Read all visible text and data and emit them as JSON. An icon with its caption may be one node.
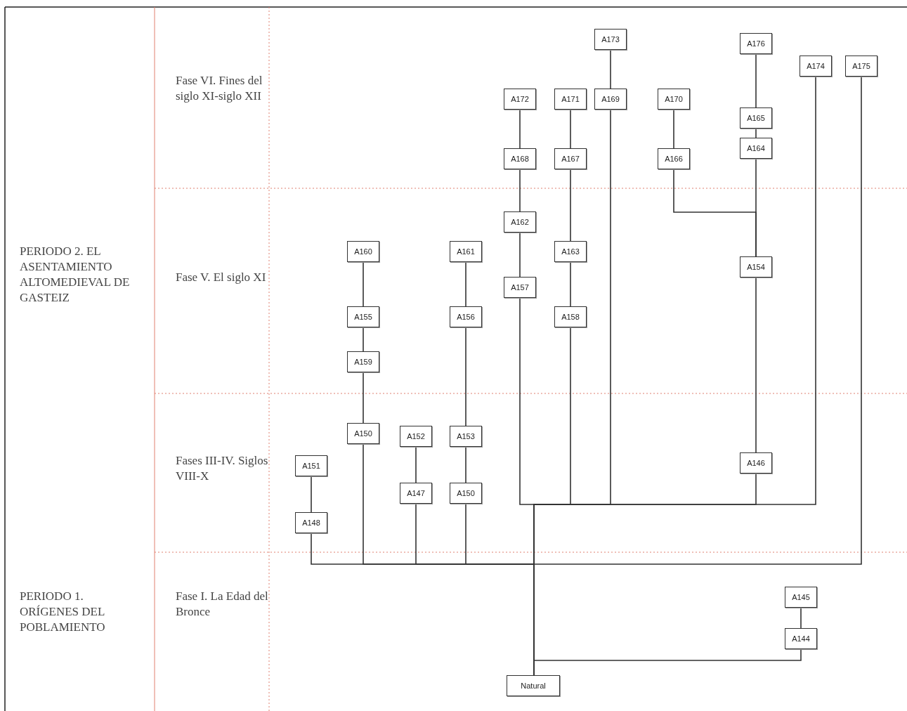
{
  "diagram": {
    "nodes": [
      {
        "text": [
          "A173"
        ]
      },
      {
        "text": [
          "A176"
        ]
      },
      {
        "text": [
          "A174"
        ]
      },
      {
        "text": [
          "A175"
        ]
      },
      {
        "text": [
          "A172"
        ]
      },
      {
        "text": [
          "A171"
        ]
      },
      {
        "text": [
          "A169"
        ]
      },
      {
        "text": [
          "A170"
        ]
      },
      {
        "text": [
          "A165"
        ]
      },
      {
        "text": [
          "A164"
        ]
      },
      {
        "text": [
          "A168"
        ]
      },
      {
        "text": [
          "A167"
        ]
      },
      {
        "text": [
          "A166"
        ]
      },
      {
        "text": [
          "A162"
        ]
      },
      {
        "text": [
          "A160"
        ]
      },
      {
        "text": [
          "A161"
        ]
      },
      {
        "text": [
          "A163"
        ]
      },
      {
        "text": [
          "A154"
        ]
      },
      {
        "text": [
          "A157"
        ]
      },
      {
        "text": [
          "A155"
        ]
      },
      {
        "text": [
          "A156"
        ]
      },
      {
        "text": [
          "A158"
        ]
      },
      {
        "text": [
          "A159"
        ]
      },
      {
        "text": [
          "A150"
        ]
      },
      {
        "text": [
          "A152"
        ]
      },
      {
        "text": [
          "A153"
        ]
      },
      {
        "text": [
          "A151"
        ]
      },
      {
        "text": [
          "A146"
        ]
      },
      {
        "text": [
          "A147"
        ]
      },
      {
        "text": [
          "A150"
        ]
      },
      {
        "text": [
          "A148"
        ]
      },
      {
        "text": [
          "A145"
        ]
      },
      {
        "text": [
          "A144"
        ]
      },
      {
        "text": [
          "Natural"
        ]
      }
    ],
    "edges": [
      {
        "from": 0,
        "to": 6,
        "arrow": "none"
      },
      {
        "from": 1,
        "to": 8,
        "arrow": "none"
      },
      {
        "from": 8,
        "to": 9,
        "arrow": "none"
      },
      {
        "from": 4,
        "to": 10,
        "arrow": "none"
      },
      {
        "from": 5,
        "to": 11,
        "arrow": "none"
      },
      {
        "from": 7,
        "to": 12,
        "arrow": "none"
      },
      {
        "from": 10,
        "to": 13,
        "arrow": "none"
      },
      {
        "from": 11,
        "to": 16,
        "arrow": "none"
      },
      {
        "from": 12,
        "to": 17,
        "arrow": "none"
      },
      {
        "from": 9,
        "to": 17,
        "arrow": "none"
      },
      {
        "from": 13,
        "to": 18,
        "arrow": "none"
      },
      {
        "from": 14,
        "to": 19,
        "arrow": "none"
      },
      {
        "from": 15,
        "to": 20,
        "arrow": "none"
      },
      {
        "from": 16,
        "to": 21,
        "arrow": "none"
      },
      {
        "from": 19,
        "to": 22,
        "arrow": "none"
      },
      {
        "from": 22,
        "to": 23,
        "arrow": "none"
      },
      {
        "from": 20,
        "to": 25,
        "arrow": "none"
      },
      {
        "from": 17,
        "to": 27,
        "arrow": "none"
      },
      {
        "from": 26,
        "to": 30,
        "arrow": "none"
      },
      {
        "from": 24,
        "to": 28,
        "arrow": "none"
      },
      {
        "from": 25,
        "to": 29,
        "arrow": "none"
      },
      {
        "from": 18,
        "to": 33,
        "arrow": "none"
      },
      {
        "from": 21,
        "to": 33,
        "arrow": "none"
      },
      {
        "from": 6,
        "to": 33,
        "arrow": "none"
      },
      {
        "from": 27,
        "to": 33,
        "arrow": "none"
      },
      {
        "from": 2,
        "to": 33,
        "arrow": "none"
      },
      {
        "from": 30,
        "to": 33,
        "arrow": "none"
      },
      {
        "from": 23,
        "to": 33,
        "arrow": "none"
      },
      {
        "from": 28,
        "to": 33,
        "arrow": "none"
      },
      {
        "from": 29,
        "to": 33,
        "arrow": "none"
      },
      {
        "from": 3,
        "to": 33,
        "arrow": "none"
      },
      {
        "from": 31,
        "to": 32,
        "arrow": "none"
      },
      {
        "from": 32,
        "to": 33,
        "arrow": "none"
      }
    ],
    "labels": [
      "Fase VI. Fines del siglo XI-siglo XII",
      "PERIODO 2. EL ASENTAMIENTO ALTOMEDIEVAL DE GASTEIZ",
      "Fase V. El siglo XI",
      "Fases III-IV. Siglos VIII-X",
      "PERIODO 1. ORÍGENES DEL POBLAMIENTO",
      "Fase I. La Edad del Bronce"
    ]
  }
}
